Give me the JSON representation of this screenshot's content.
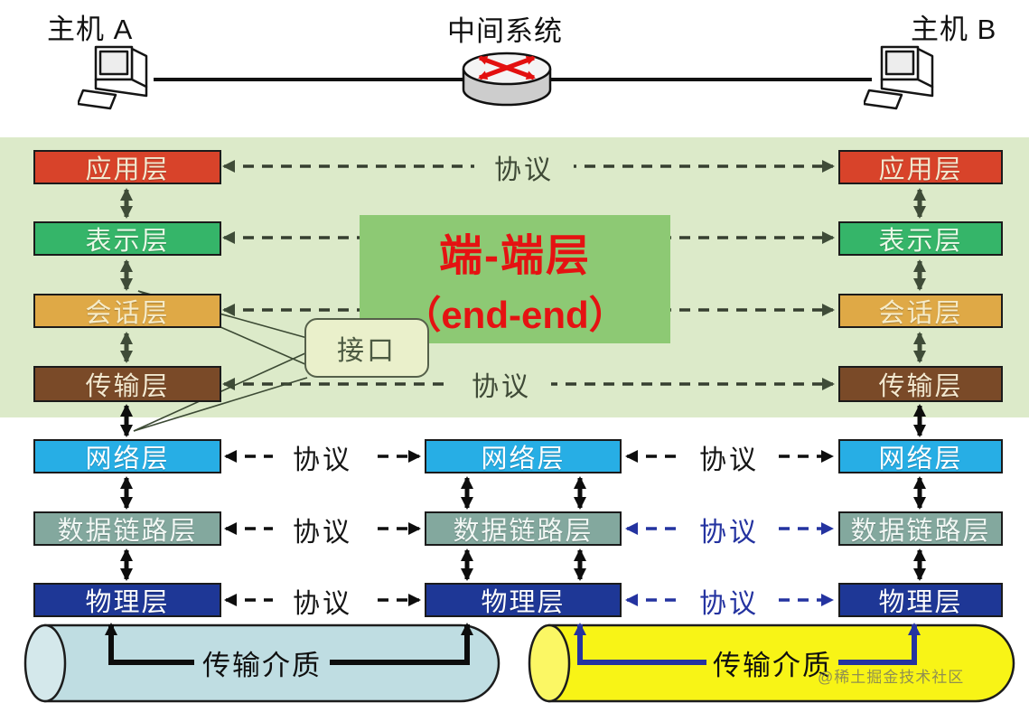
{
  "header": {
    "host_a": "主机 A",
    "intermediate": "中间系统",
    "host_b": "主机 B"
  },
  "columns": {
    "left": [
      "应用层",
      "表示层",
      "会话层",
      "传输层",
      "网络层",
      "数据链路层",
      "物理层"
    ],
    "middle": [
      "网络层",
      "数据链路层",
      "物理层"
    ],
    "right": [
      "应用层",
      "表示层",
      "会话层",
      "传输层",
      "网络层",
      "数据链路层",
      "物理层"
    ]
  },
  "labels": {
    "protocol": "协议",
    "interface": "接口",
    "end_end_line1": "端-端层",
    "end_end_line2": "（end-end）",
    "medium": "传输介质",
    "watermark": "@稀土掘金技术社区"
  },
  "colors": {
    "band": "#dceac9",
    "application": "#d8432a",
    "presentation": "#35b569",
    "session": "#dfa946",
    "transport": "#7a4a28",
    "network": "#27aee5",
    "datalink": "#83a89e",
    "physical": "#1e3796",
    "end_end_bg": "#8dc974",
    "end_end_text": "#e51212",
    "interface_bg": "#eaf0cb",
    "cylinder_left": "#bfdde2",
    "cylinder_right": "#f8f416",
    "arrow_green": "#3f4c38",
    "arrow_black": "#0d0d0d",
    "arrow_blue": "#2433a0",
    "router_red": "#e3100f"
  }
}
